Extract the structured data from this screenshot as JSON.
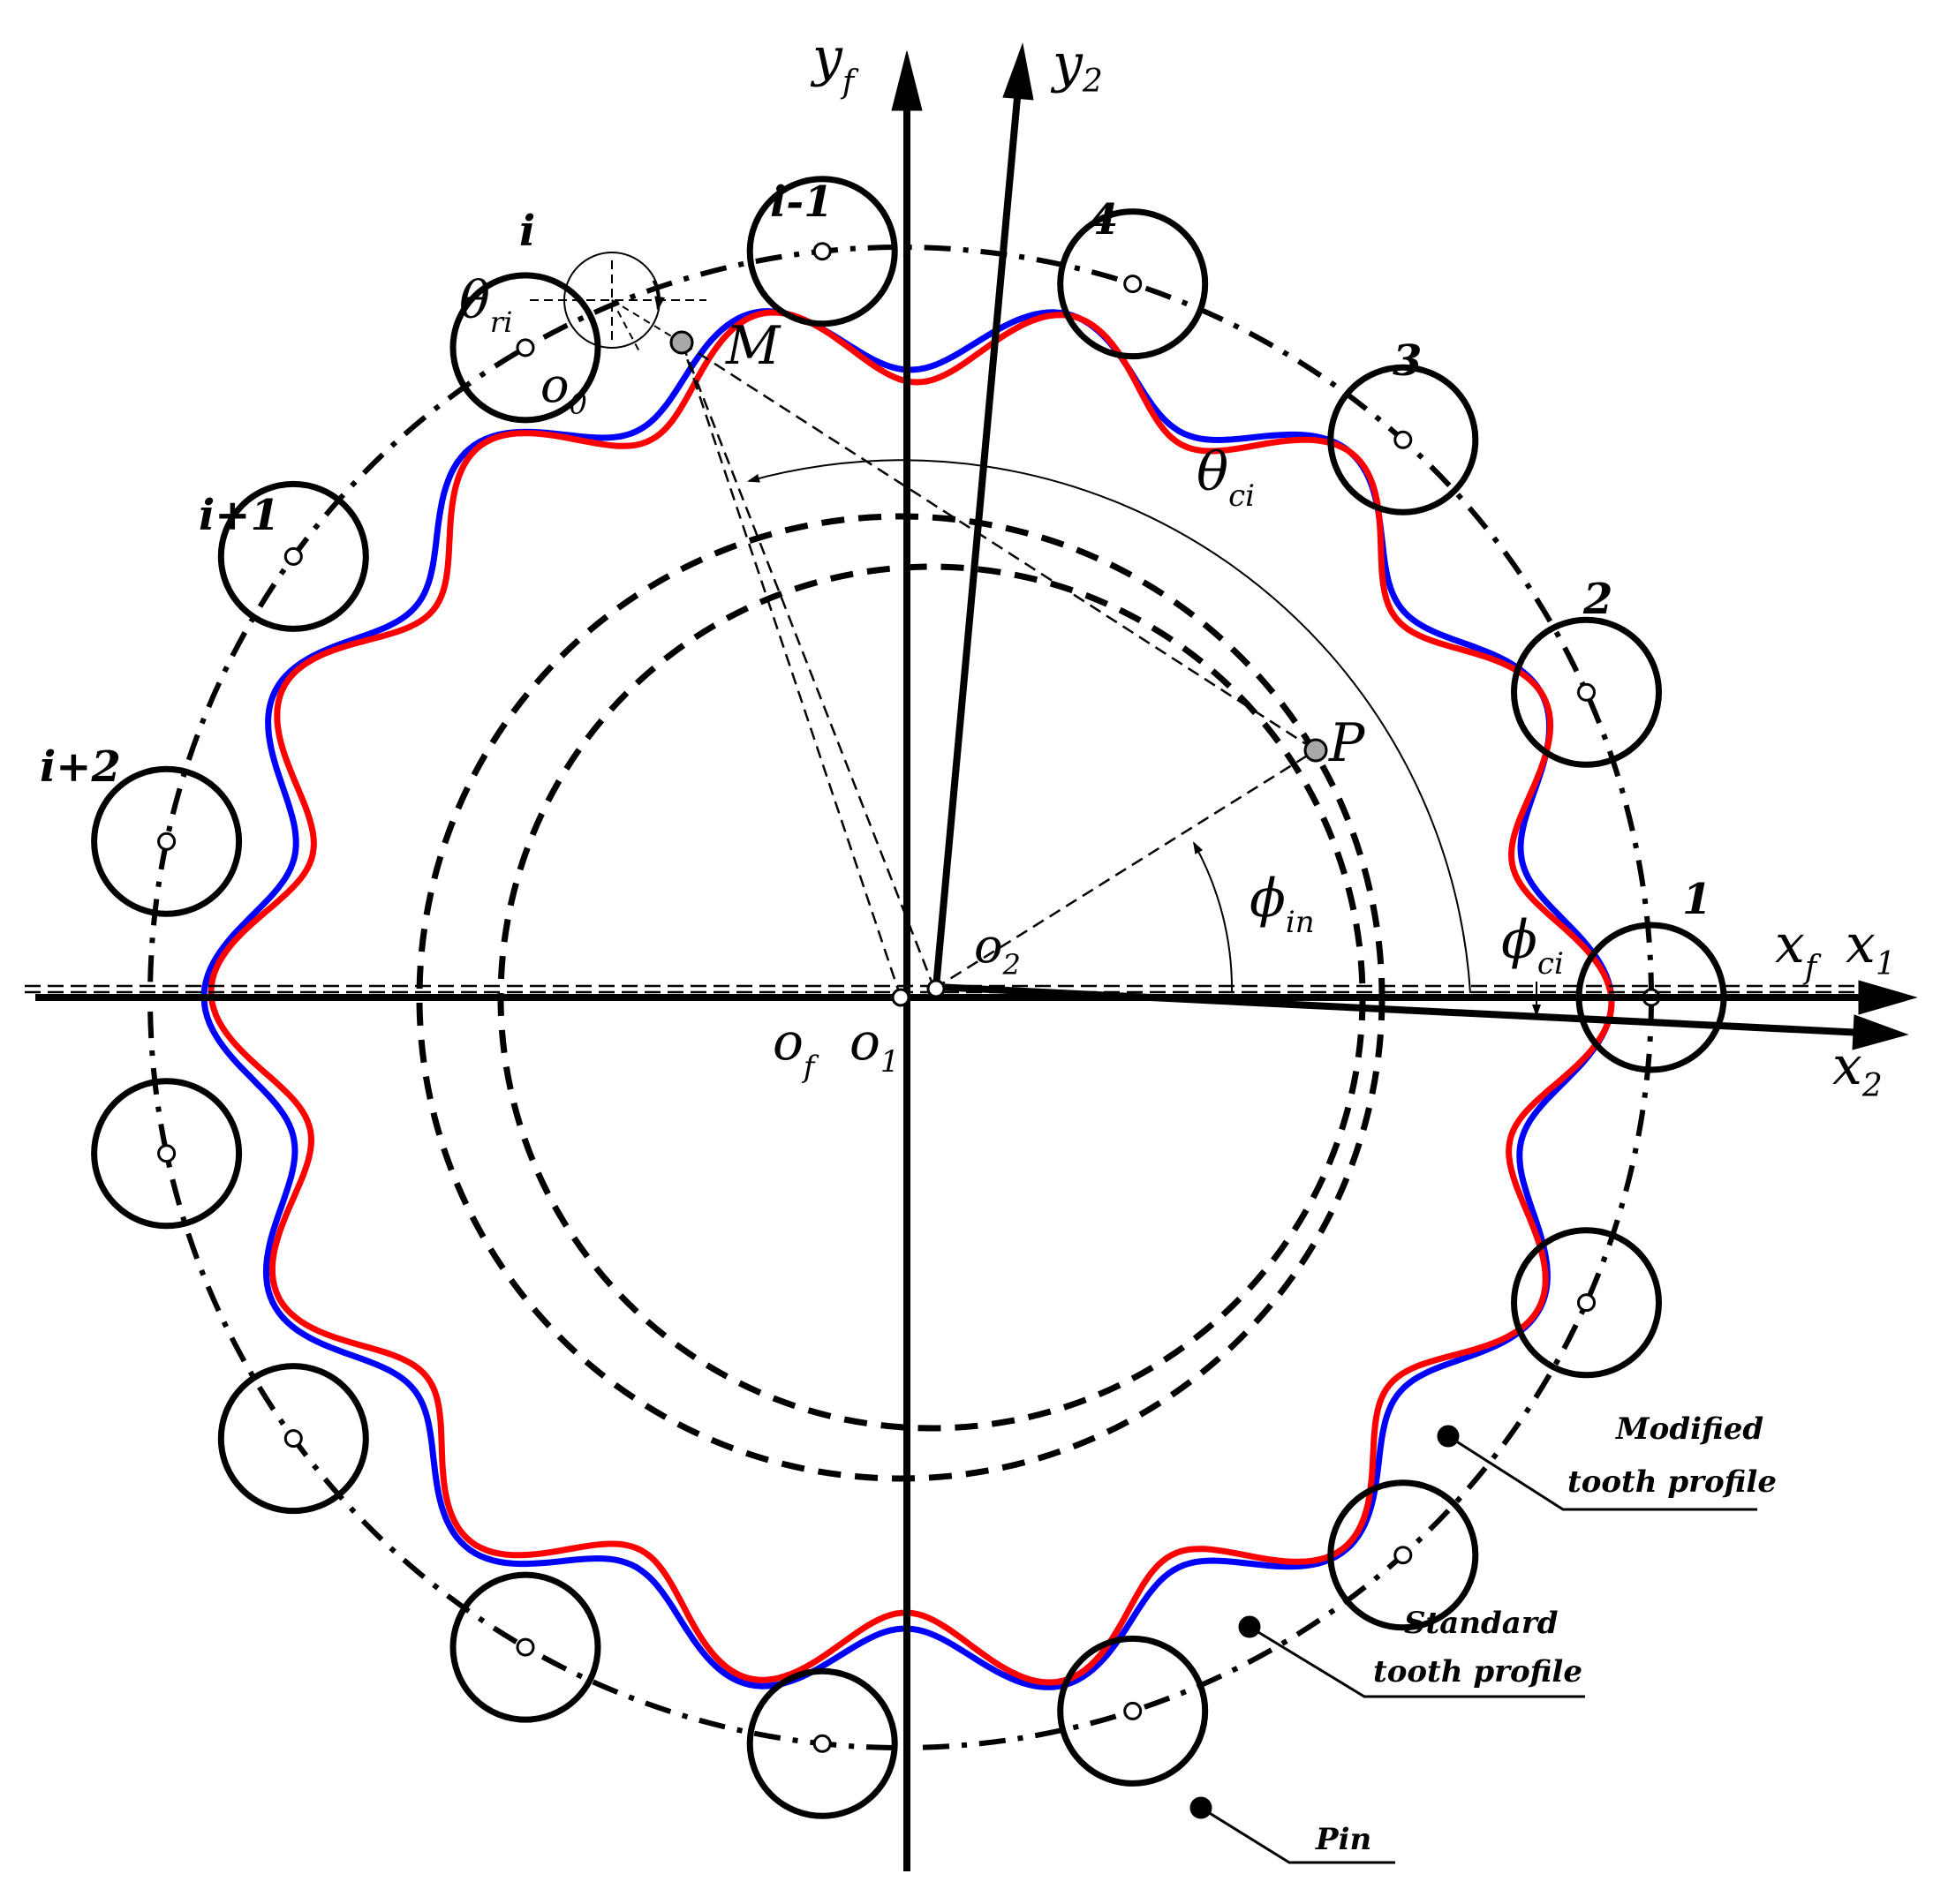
{
  "colors": {
    "modified_profile": "#ff0000",
    "standard_profile": "#0000ff",
    "lines": "#000000",
    "point_fill": "#a8a8a8",
    "hub_fill": "#ffffff"
  },
  "pins": {
    "count": 15
  },
  "axes": {
    "yf": {
      "base": "y",
      "sub": "f"
    },
    "y2": {
      "base": "y",
      "sub": "2"
    },
    "xf": {
      "base": "x",
      "sub": "f"
    },
    "x1": {
      "base": "x",
      "sub": "1"
    },
    "x2": {
      "base": "x",
      "sub": "2"
    },
    "of": {
      "base": "o",
      "sub": "f"
    },
    "o1": {
      "base": "o",
      "sub": "1"
    },
    "o2": {
      "base": "o",
      "sub": "2"
    },
    "o0": {
      "base": "o",
      "sub": "0"
    }
  },
  "points": {
    "M": "M",
    "P": "P"
  },
  "angles": {
    "theta_ci": {
      "base": "θ",
      "sub": "ci"
    },
    "theta_ri": {
      "base": "θ",
      "sub": "ri"
    },
    "phi_in": {
      "base": "ϕ",
      "sub": "in"
    },
    "phi_ci": {
      "base": "ϕ",
      "sub": "ci"
    }
  },
  "pin_labels": {
    "p1": "1",
    "p2": "2",
    "p3": "3",
    "p4": "4",
    "i_minus_1": "i-1",
    "i": "i",
    "i_plus_1": "i+1",
    "i_plus_2": "i+2"
  },
  "legend": {
    "modified_line1": "Modified",
    "modified_line2": "tooth profile",
    "standard_line1": "Standard",
    "standard_line2": "tooth profile",
    "pin": "Pin"
  }
}
